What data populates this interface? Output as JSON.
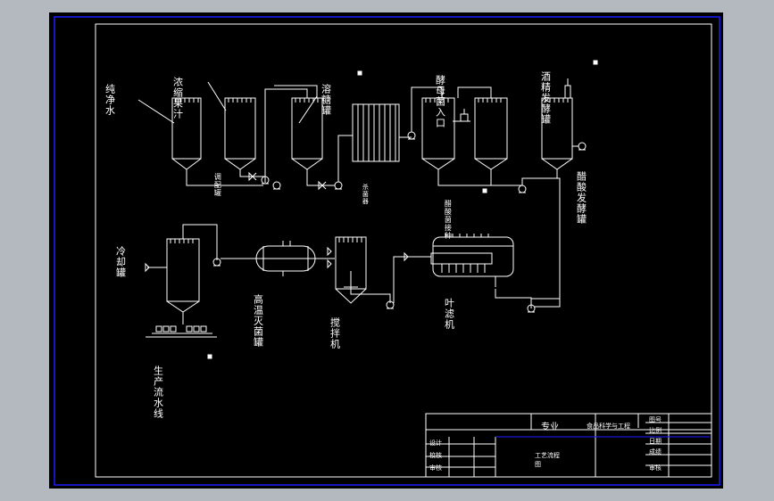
{
  "colors": {
    "background": "#b4b8bf",
    "sheet": "#000000",
    "frame": "#1c1cff",
    "line": "#ffffff",
    "title_accent": "#ff3cff"
  },
  "labels": {
    "pure_water": "纯净水",
    "concentrated_juice": "浓缩果汁",
    "mixing_tank": "调配罐",
    "sugar_dissolve": "溶糖罐",
    "sterilizer": "杀菌器",
    "yeast_inlet": "酵母菌入口",
    "alcohol_tank": "酒精发酵罐",
    "vinegar_tank": "醋酸发酵罐",
    "acetic_inlet": "醋酸菌接种",
    "cooling_tank": "冷却罐",
    "hp_sterilizer": "高温灭菌罐",
    "stirrer": "搅拌机",
    "filter": "叶滤机",
    "line": "生产流水线"
  },
  "title_block": {
    "major_label": "专业",
    "major_value": "食品科学与工程",
    "drawing_title": "工艺流程图",
    "designer": "设计",
    "checker": "校核",
    "reviewer": "审核",
    "scale": "比例",
    "date": "日期",
    "grade": "成绩",
    "approve": "审核",
    "drawing_no": "图号"
  }
}
